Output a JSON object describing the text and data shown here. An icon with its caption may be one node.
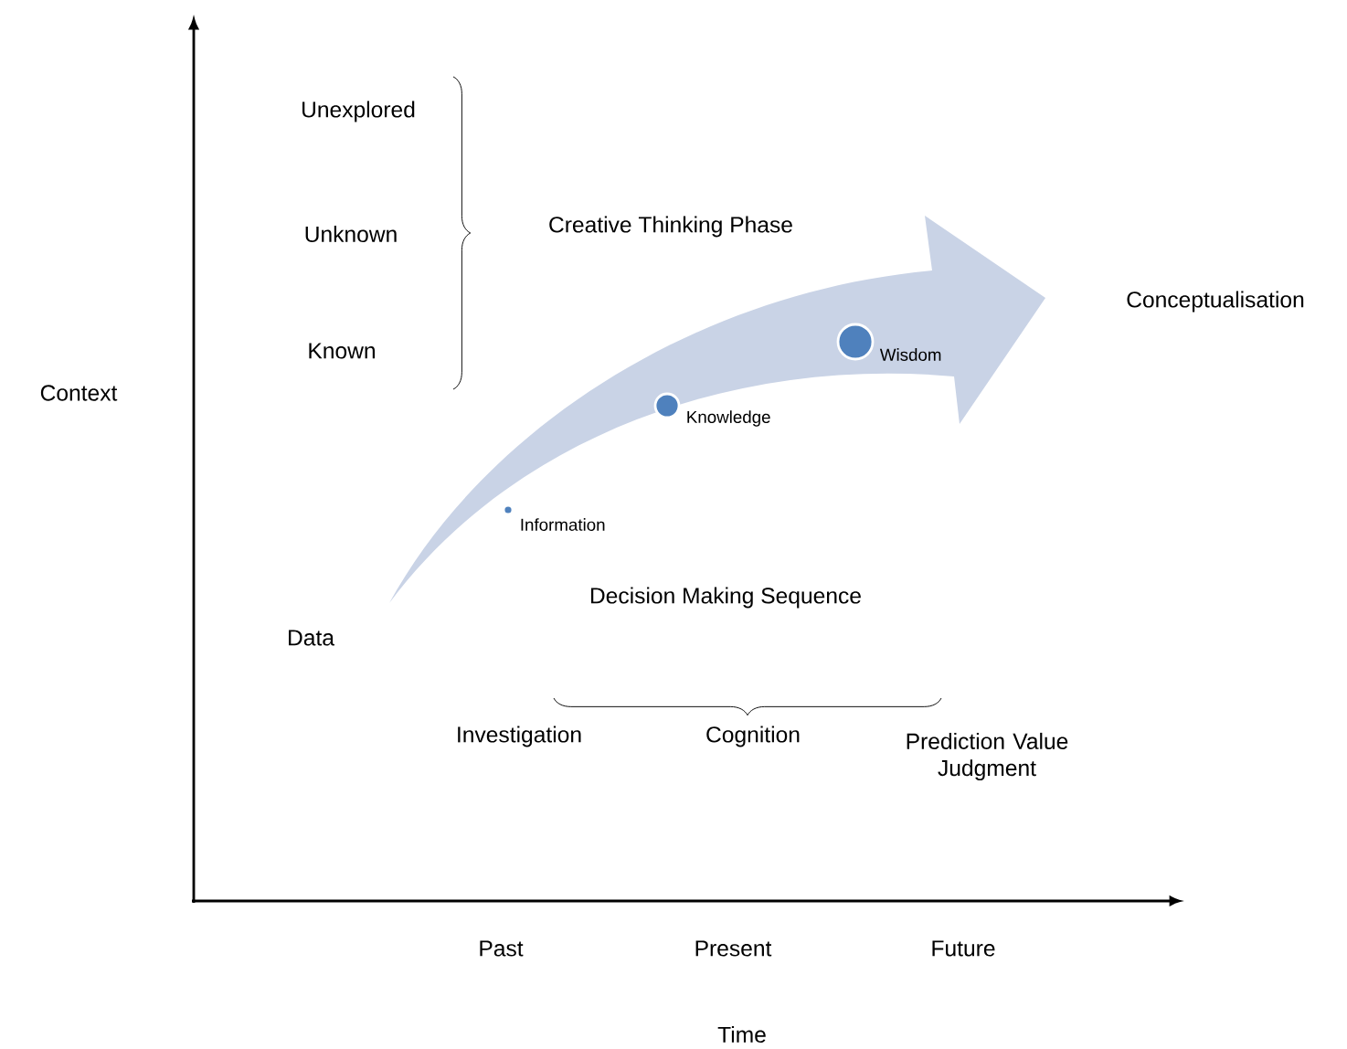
{
  "diagram": {
    "nodes": [
      {
        "text": [],
        "shape": "circle",
        "beside": [
          "Information"
        ]
      },
      {
        "text": [],
        "shape": "circle",
        "beside": [
          "Knowledge"
        ]
      },
      {
        "text": [],
        "shape": "circle",
        "beside": [
          "Wisdom"
        ]
      }
    ],
    "labels": [
      "Unexplored",
      "Unknown",
      "Creative Thinking Phase",
      "Conceptualisation",
      "Known",
      "Context",
      "Decision Making Sequence",
      "Data",
      "Investigation",
      "Cognition",
      "Prediction Value Judgment",
      "Past",
      "Present",
      "Future",
      "Time"
    ]
  }
}
